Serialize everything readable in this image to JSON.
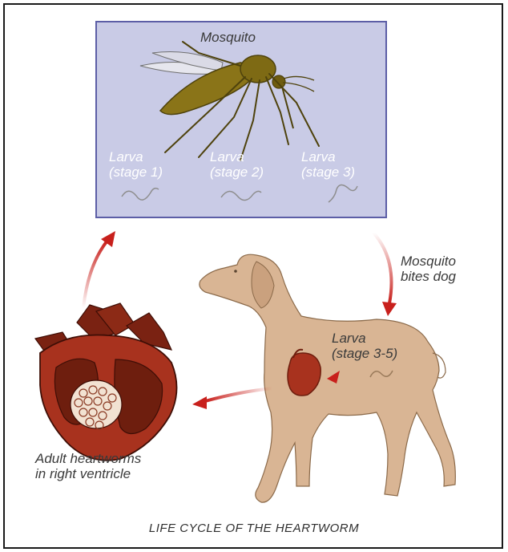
{
  "labels": {
    "mosquito": "Mosquito",
    "larva1": [
      "Larva",
      "(stage 1)"
    ],
    "larva2": [
      "Larva",
      "(stage 2)"
    ],
    "larva3": [
      "Larva",
      "(stage 3)"
    ],
    "bites": [
      "Mosquito",
      "bites dog"
    ],
    "larva_dog": [
      "Larva",
      "(stage 3-5)"
    ],
    "adult": [
      "Adult heartworms",
      "in right ventricle"
    ]
  },
  "title": "LIFE CYCLE OF THE HEARTWORM",
  "colors": {
    "panel_fill": "#c9cbe6",
    "panel_border": "#5c5ea6",
    "mosquito_body": "#8a7418",
    "dog": "#d9b594",
    "dog_outline": "#8b6a4a",
    "heart_dark": "#6e1e0e",
    "heart_mid": "#a8321e",
    "arrow": "#c8201c"
  }
}
